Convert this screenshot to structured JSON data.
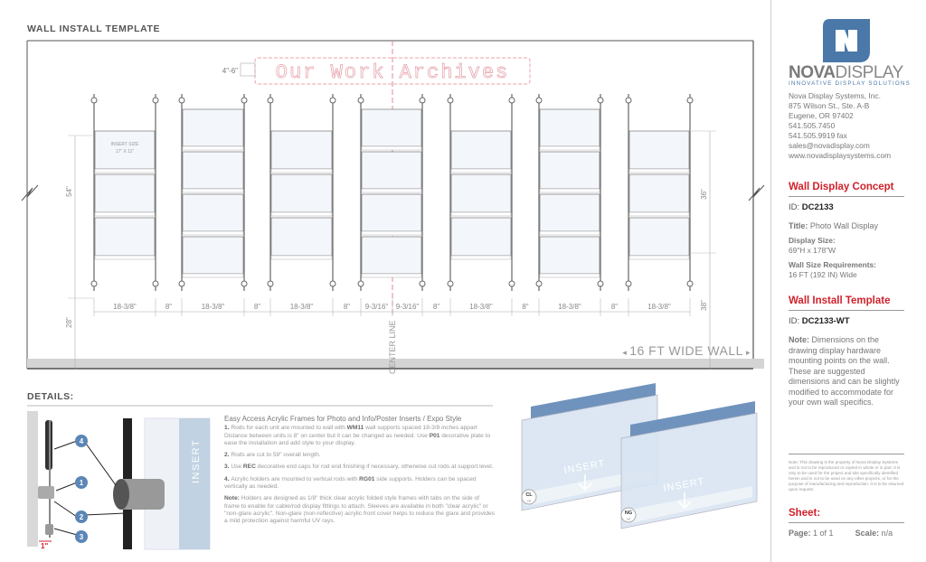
{
  "page_title": "WALL INSTALL TEMPLATE",
  "drawing": {
    "sign_text": "Our Work Archives",
    "sign_offset": "4\"-6\"",
    "insert_size_label": "INSERT SIZE",
    "insert_size_value": "17\" X 11\"",
    "units_panel_counts": [
      3,
      4,
      3,
      4,
      3,
      4,
      3
    ],
    "dimensions": [
      "18-3/8\"",
      "8\"",
      "18-3/8\"",
      "8\"",
      "18-3/8\"",
      "8\"",
      "9-3/16\"",
      "9-3/16\"",
      "8\"",
      "18-3/8\"",
      "8\"",
      "18-3/8\"",
      "8\"",
      "18-3/8\""
    ],
    "left_height": "54\"",
    "floor_height": "28\"",
    "right_height": "36\"",
    "right_floor_height": "38\"",
    "center_line": "CENTER LINE",
    "wall_width": "16 FT WIDE WALL"
  },
  "details": {
    "title": "DETAILS:",
    "callouts": [
      "4",
      "1",
      "2",
      "3"
    ],
    "offset": "1\"",
    "insert_label": "INSERT",
    "heading": "Easy Access Acrylic Frames for Photo and Info/Poster Inserts / Expo Style",
    "items": [
      {
        "num": "1.",
        "pre": "Rods for each unit are mounted to wall with ",
        "code": "WM11",
        "mid": " wall supports spaced 18-3/8 inches appart Distance between units is 8\" on center but it can be changed as needed. Use ",
        "code2": "P01",
        "post": " decorative plate to ease the installation and add style to your display."
      },
      {
        "num": "2.",
        "pre": "Rods are cut to 59\" overall length."
      },
      {
        "num": "3.",
        "pre": "Use ",
        "code": "REC",
        "mid": " decorative end caps for rod end finishing if necessary, otherwise cut rods at support level."
      },
      {
        "num": "4.",
        "pre": "Acrylic holders are mounted to vertical rods with ",
        "code": "RG01",
        "mid": " side supports. Holders can be spaced vertically as needed."
      }
    ],
    "note_label": "Note:",
    "note": "Holders are designed as 1/8\" thick clear acrylic folded style frames with tabs on the side of frame to enable for cable/rod display fittings to attach. Sleeves are available in both \"clear acrylic\" or \"non-glare acrylic\". Non-glare (non-reflective) acrylic front cover helps to reduce the glare and provides a mild protection against harmful UV rays.",
    "frames": [
      {
        "insert": "INSERT",
        "badge": "CL",
        "badge_sub": "1/8\""
      },
      {
        "insert": "INSERT",
        "badge": "NG",
        "badge_sub": "1/8\""
      }
    ]
  },
  "company": {
    "logo_bold": "NOVA",
    "logo_light": "DISPLAY",
    "tagline": "INNOVATIVE DISPLAY SOLUTIONS",
    "address": [
      "Nova Display Systems, Inc.",
      "875 Wilson St., Ste. A-B",
      "Eugene, OR 97402",
      "541.505.7450",
      "541.505.9919 fax",
      "sales@novadisplay.com",
      "www.novadisplaysystems.com"
    ],
    "brand_color": "#4a78a8",
    "accent_color": "#d0212b"
  },
  "concept": {
    "heading": "Wall Display Concept",
    "id_label": "ID:",
    "id": "DC2133",
    "title_label": "Title:",
    "title": "Photo Wall Display",
    "size_label": "Display Size:",
    "size": "69\"H x 178\"W",
    "wall_label": "Wall Size Requirements:",
    "wall": "16 FT (192 IN) Wide"
  },
  "template": {
    "heading": "Wall Install Template",
    "id_label": "ID:",
    "id": "DC2133-WT",
    "note_label": "Note:",
    "note": "Dimensions on the drawing display hardware mounting points on the wall. These are suggested dimensions and can be slightly modified to accommodate for your own wall specifics."
  },
  "legal": "Note: This drawing is the property of Nova Display Systems and is not to be reproduced or copied in whole or in part. It is only to be used for the project and site specifically identified herein and is not to be used on any other projects, or for the purpose of manufacturing and reproduction. It is to be returned upon request.",
  "sheet": {
    "heading": "Sheet:",
    "page_label": "Page:",
    "page": "1 of 1",
    "scale_label": "Scale:",
    "scale": "n/a"
  }
}
